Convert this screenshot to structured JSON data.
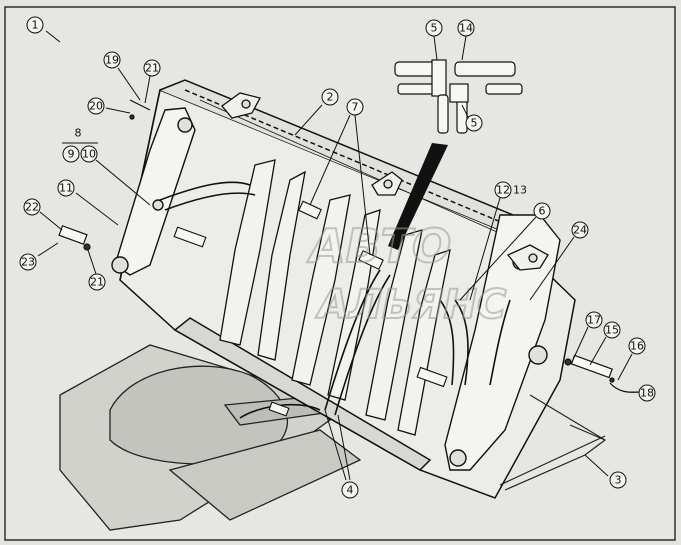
{
  "figure": {
    "callouts": [
      {
        "id": "c1",
        "label": "1"
      },
      {
        "id": "c2",
        "label": "2"
      },
      {
        "id": "c3",
        "label": "3"
      },
      {
        "id": "c4",
        "label": "4"
      },
      {
        "id": "c5a",
        "label": "5"
      },
      {
        "id": "c5b",
        "label": "5"
      },
      {
        "id": "c6",
        "label": "6"
      },
      {
        "id": "c7",
        "label": "7"
      },
      {
        "id": "c8",
        "label": "8"
      },
      {
        "id": "c9",
        "label": "9"
      },
      {
        "id": "c10",
        "label": "10"
      },
      {
        "id": "c11",
        "label": "11"
      },
      {
        "id": "c12",
        "label": "12"
      },
      {
        "id": "c13",
        "label": "13"
      },
      {
        "id": "c14",
        "label": "14"
      },
      {
        "id": "c15",
        "label": "15"
      },
      {
        "id": "c16",
        "label": "16"
      },
      {
        "id": "c17",
        "label": "17"
      },
      {
        "id": "c18",
        "label": "18"
      },
      {
        "id": "c19",
        "label": "19"
      },
      {
        "id": "c20",
        "label": "20"
      },
      {
        "id": "c21a",
        "label": "21"
      },
      {
        "id": "c21b",
        "label": "21"
      },
      {
        "id": "c22",
        "label": "22"
      },
      {
        "id": "c23",
        "label": "23"
      },
      {
        "id": "c24",
        "label": "24"
      }
    ],
    "watermark_line1": "АВТО",
    "watermark_line2": "АЛЬЯНС"
  }
}
